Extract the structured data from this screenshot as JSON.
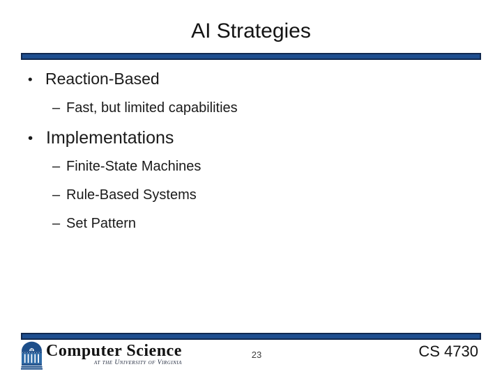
{
  "slide": {
    "title": "AI Strategies",
    "bullets": [
      {
        "level": 1,
        "marker": "•",
        "text": "Reaction-Based"
      },
      {
        "level": 2,
        "marker": "–",
        "text": "Fast, but limited capabilities"
      },
      {
        "level": 1,
        "marker": "•",
        "text": "Implementations"
      },
      {
        "level": 2,
        "marker": "–",
        "text": "Finite-State Machines"
      },
      {
        "level": 2,
        "marker": "–",
        "text": "Rule-Based Systems"
      },
      {
        "level": 2,
        "marker": "–",
        "text": "Set Pattern"
      }
    ],
    "footer": {
      "logo_title": "Computer Science",
      "logo_subtitle": "at the University of Virginia",
      "page_number": "23",
      "course": "CS 4730"
    },
    "colors": {
      "bar_fill": "#1e4e8f",
      "bar_border": "#11294f",
      "logo_dark_blue": "#1d4e89",
      "logo_mid_blue": "#2e6ba8"
    }
  }
}
